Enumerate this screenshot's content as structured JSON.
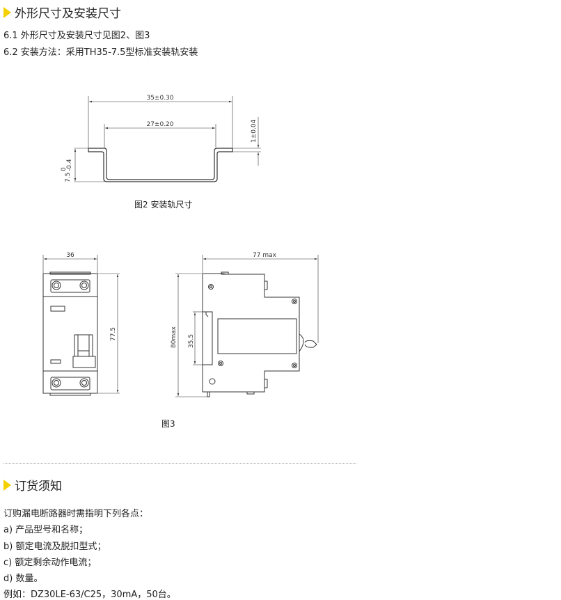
{
  "section1": {
    "title": "外形尺寸及安装尺寸",
    "lines": [
      "6.1 外形尺寸及安装尺寸见图2、图3",
      "6.2 安装方法：采用TH35-7.5型标准安装轨安装"
    ]
  },
  "fig2": {
    "caption": "图2 安装轨尺寸",
    "dim_width": "35±0.30",
    "dim_inner": "27±0.20",
    "dim_thickness": "1±0.04",
    "dim_height": "7.5",
    "dim_height_tol_upper": "0",
    "dim_height_tol_lower": "-0.4"
  },
  "fig3": {
    "caption": "图3",
    "dim_front_width": "36",
    "dim_front_height": "77.5",
    "dim_side_width": "77 max",
    "dim_side_height": "80max",
    "dim_rail": "35.5"
  },
  "section2": {
    "title": "订货须知",
    "lines": [
      "订购漏电断路器时需指明下列各点：",
      "a) 产品型号和名称；",
      "b) 额定电流及脱扣型式；",
      "c) 额定剩余动作电流；",
      "d) 数量。",
      "例如：DZ30LE-63/C25，30mA，50台。"
    ]
  },
  "colors": {
    "accent": "#f5d000"
  }
}
